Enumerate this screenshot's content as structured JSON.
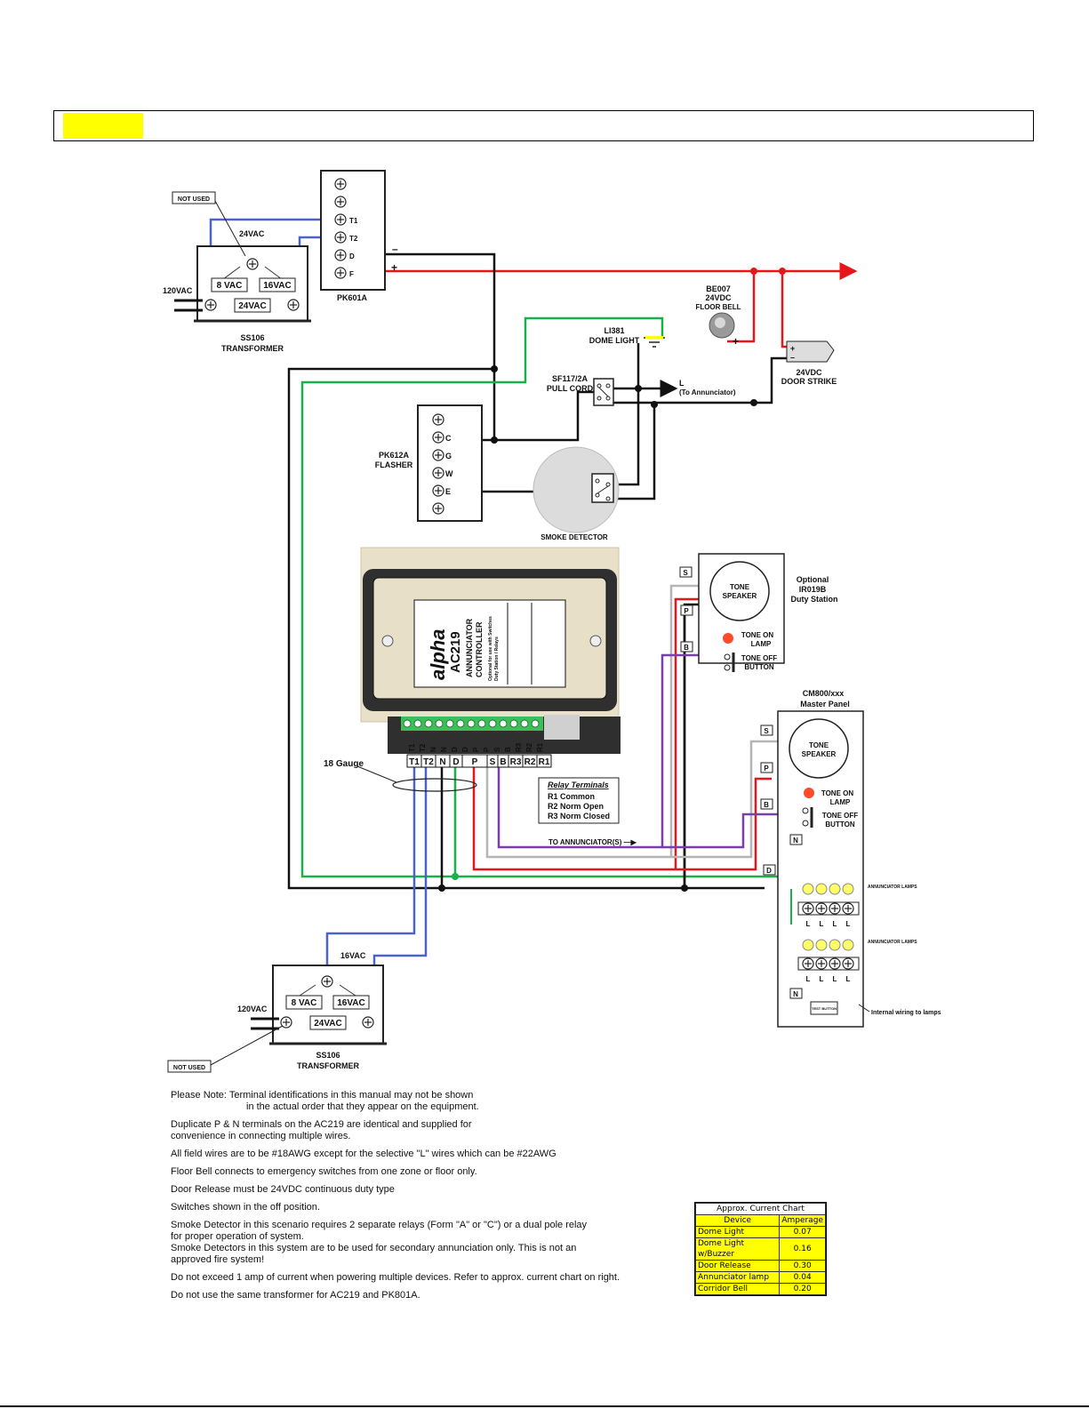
{
  "transformer_top": {
    "not_used": "NOT USED",
    "v24": "24VAC",
    "v8": "8 VAC",
    "v16": "16VAC",
    "v24b": "24VAC",
    "input": "120VAC",
    "model": "SS106",
    "name": "TRANSFORMER"
  },
  "pk601a": {
    "t1": "T1",
    "t2": "T2",
    "d": "D",
    "f": "F",
    "model": "PK601A",
    "minus": "–",
    "plus": "+"
  },
  "floor_bell": {
    "model": "BE007",
    "voltage": "24VDC",
    "name": "FLOOR BELL",
    "plus": "+"
  },
  "door_strike": {
    "voltage": "24VDC",
    "name": "DOOR STRIKE",
    "plus": "+",
    "minus": "–"
  },
  "dome_light": {
    "model": "LI381",
    "name": "DOME LIGHT"
  },
  "pull_cord": {
    "model": "SF117/2A",
    "name": "PULL CORD",
    "l_label": "L",
    "to_annunciator": "(To Annunciator)"
  },
  "flasher": {
    "model": "PK612A",
    "name": "FLASHER",
    "c": "C",
    "g": "G",
    "w": "W",
    "e": "E"
  },
  "smoke_detector": {
    "name": "SMOKE DETECTOR"
  },
  "ac219": {
    "brand": "alpha",
    "model": "AC219",
    "line1": "ANNUNCIATOR",
    "line2": "CONTROLLER",
    "small1": "Optional for use with Switches",
    "small2": "Duty Station / Relays",
    "terminal_top": [
      "T1",
      "T2",
      "N",
      "N",
      "D",
      "D",
      "P",
      "P",
      "S",
      "B",
      "R3",
      "R2",
      "R1"
    ],
    "terminals": [
      "T1",
      "T2",
      "N",
      "D",
      "P",
      "S",
      "B",
      "R3",
      "R2",
      "R1"
    ]
  },
  "gauge_label": "18 Gauge",
  "relay_terminals": {
    "title": "Relay Terminals",
    "r1": "R1 Common",
    "r2": "R2 Norm Open",
    "r3": "R3 Norm Closed"
  },
  "to_annunciators": "TO ANNUNCIATOR(S) —▶",
  "duty_station": {
    "optional": "Optional",
    "model": "IR019B",
    "name": "Duty Station",
    "s": "S",
    "p": "P",
    "b": "B",
    "tone": "TONE",
    "speaker": "SPEAKER",
    "tone_on": "TONE ON",
    "lamp": "LAMP",
    "tone_off": "TONE OFF",
    "button": "BUTTON"
  },
  "master_panel": {
    "model": "CM800/xxx",
    "name": "Master Panel",
    "s": "S",
    "p": "P",
    "b": "B",
    "n": "N",
    "d": "D",
    "tone": "TONE",
    "speaker": "SPEAKER",
    "tone_on": "TONE ON",
    "lamp": "LAMP",
    "tone_off": "TONE OFF",
    "button": "BUTTON",
    "annunciator_lamps": "ANNUNCIATOR LAMPS",
    "l": "L",
    "test_button": "TEST BUTTON",
    "internal_wiring": "Internal wiring to lamps"
  },
  "transformer_bottom": {
    "v16_out": "16VAC",
    "v8": "8 VAC",
    "v16": "16VAC",
    "v24": "24VAC",
    "input": "120VAC",
    "not_used": "NOT USED",
    "model": "SS106",
    "name": "TRANSFORMER"
  },
  "notes": [
    "Please Note: Terminal identifications in this manual may not be shown",
    "in the actual order that they appear on the equipment.",
    "Duplicate P & N terminals on the AC219 are identical and supplied for\nconvenience in connecting multiple wires.",
    "All field wires are to be #18AWG except for the selective \"L\" wires which can be #22AWG",
    "Floor Bell connects to emergency switches from one zone or floor only.",
    "Door Release must be 24VDC continuous duty type",
    "Switches shown in the off position.",
    "Smoke Detector in this scenario requires 2 separate relays (Form \"A\" or \"C\") or a dual pole relay\n for proper operation of system.",
    "Smoke Detectors in this system are to be used for secondary annunciation only. This is not an\napproved fire system!",
    "Do not exceed 1 amp of current when powering multiple devices. Refer to approx. current chart on right.",
    "Do not use the same transformer for AC219 and PK801A."
  ],
  "current_chart": {
    "title": "Approx. Current Chart",
    "col_device": "Device",
    "col_amperage": "Amperage",
    "rows": [
      {
        "device": "Dome Light",
        "amps": "0.07"
      },
      {
        "device": "Dome Light w/Buzzer",
        "amps": "0.16"
      },
      {
        "device": "Door Release",
        "amps": "0.30"
      },
      {
        "device": "Annunciator lamp",
        "amps": "0.04"
      },
      {
        "device": "Corridor Bell",
        "amps": "0.20"
      }
    ]
  },
  "colors": {
    "red": "#e8161b",
    "black": "#111111",
    "blue": "#4a63c9",
    "green": "#19b04a",
    "gray": "#b5b5b5",
    "purple": "#7a3ea8",
    "highlight": "#ffff00"
  }
}
